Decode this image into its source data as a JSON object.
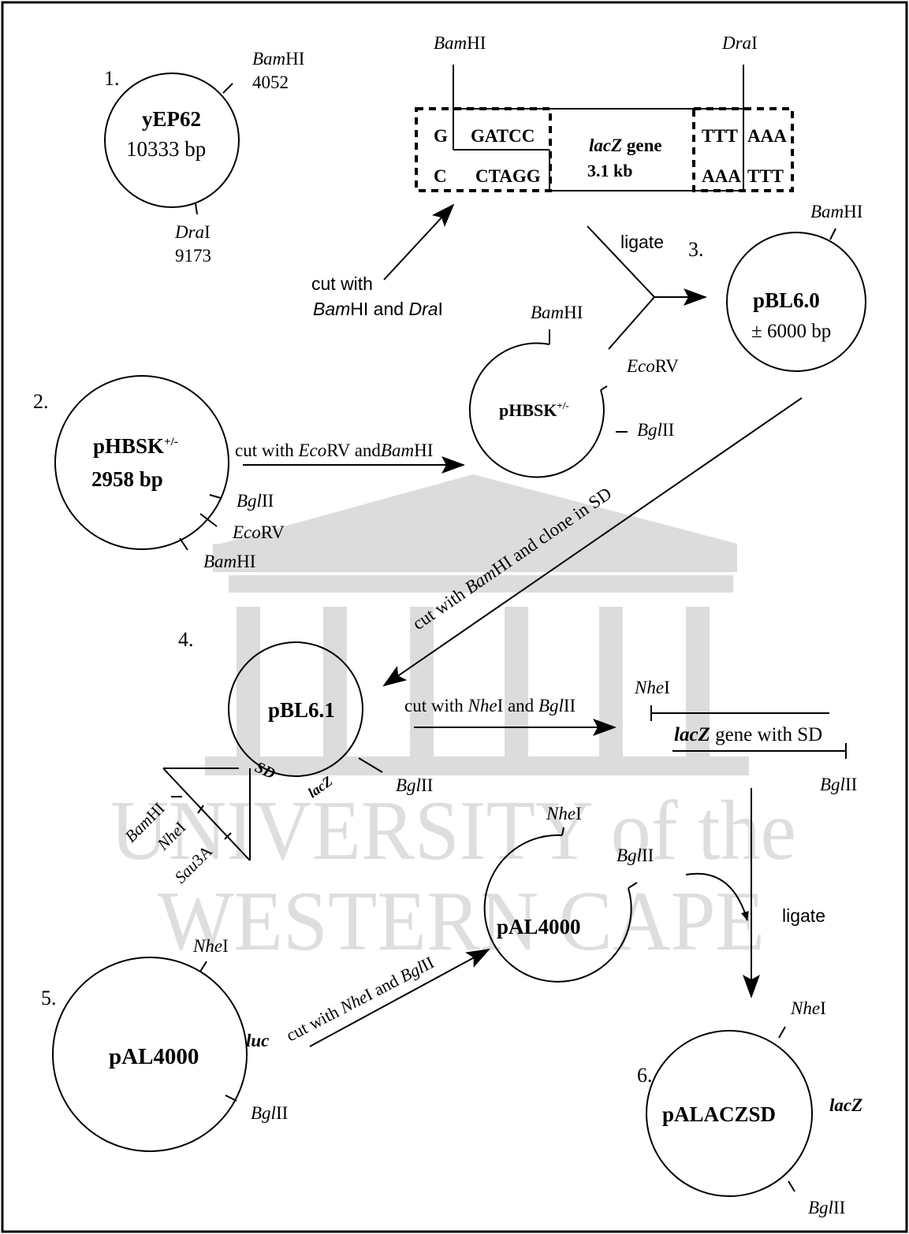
{
  "step1": {
    "number": "1.",
    "name": "yEP62",
    "size": "10333 bp",
    "bamhi_pre": "Bam",
    "bamhi_post": "HI",
    "bamhi_pos": "4052",
    "drai_pre": "Dra",
    "drai_post": "I",
    "drai_pos": "9173"
  },
  "insert": {
    "bamhi_pre": "Bam",
    "bamhi_post": "HI",
    "drai_pre": "Dra",
    "drai_post": "I",
    "top_left": "G",
    "bottom_left": "C",
    "top_cut": "GATCC",
    "bottom_cut": "CTAGG",
    "gene_pre": "lacZ",
    "gene_post": " gene",
    "gene_size": "3.1 kb",
    "top_right1": "TTT",
    "top_right2": "AAA",
    "bottom_right1": "AAA",
    "bottom_right2": "TTT",
    "cut_label1": "cut with",
    "cut_label2_pre": "Bam",
    "cut_label2_mid": "HI and ",
    "cut_label2_e": "Dra",
    "cut_label2_post": "I"
  },
  "ligate1": "ligate",
  "step3": {
    "number": "3.",
    "name": "pBL6.0",
    "size": "± 6000 bp",
    "bamhi_pre": "Bam",
    "bamhi_post": "HI"
  },
  "step2": {
    "number": "2.",
    "name_main": "pHBSK",
    "name_sup": "+/-",
    "size": "2958 bp",
    "bglii_pre": "Bgl",
    "bglii_post": "II",
    "ecorv_pre": "Eco",
    "ecorv_post": "RV",
    "bamhi_pre": "Bam",
    "bamhi_post": "HI",
    "cut_pre": "cut with ",
    "cut_e1": "Eco",
    "cut_mid": "RV and",
    "cut_e2": "Bam",
    "cut_post": "HI"
  },
  "opened": {
    "name_main": "pHBSK",
    "name_sup": "+/-",
    "bamhi_pre": "Bam",
    "bamhi_post": "HI",
    "ecorv_pre": "Eco",
    "ecorv_post": "RV",
    "bglii_pre": "Bgl",
    "bglii_post": "II"
  },
  "diag_cut": {
    "pre": "cut with ",
    "e": "Bam",
    "post": "HI and clone in SD"
  },
  "step4": {
    "number": "4.",
    "name": "pBL6.1",
    "sd": "SD",
    "lacz": "lacZ",
    "bglii_pre": "Bgl",
    "bglii_post": "II",
    "bamhi_pre": "Bam",
    "bamhi_post": "HI",
    "nhei_pre": "Nhe",
    "nhei_post": "I",
    "sau_pre": "Sau",
    "sau_post": "3A",
    "cut_pre": "cut with ",
    "cut_e1": "Nhe",
    "cut_mid": "I and ",
    "cut_e2": "Bgl",
    "cut_post": "II"
  },
  "fragment": {
    "nhei_pre": "Nhe",
    "nhei_post": "I",
    "gene_pre": "lacZ",
    "gene_post": " gene with SD",
    "bglii_pre": "Bgl",
    "bglii_post": "II"
  },
  "pal_open": {
    "name": "pAL4000",
    "nhei_pre": "Nhe",
    "nhei_post": "I",
    "bglii_pre": "Bgl",
    "bglii_post": "II"
  },
  "ligate2": "ligate",
  "step5": {
    "number": "5.",
    "name": "pAL4000",
    "luc": "luc",
    "nhei_pre": "Nhe",
    "nhei_post": "I",
    "bglii_pre": "Bgl",
    "bglii_post": "II",
    "cut_pre": "cut with ",
    "cut_e1": "Nhe",
    "cut_mid": "I and ",
    "cut_e2": "Bgl",
    "cut_post": "II"
  },
  "step6": {
    "number": "6.",
    "name": "pALACZSD",
    "lacz": "lacZ",
    "nhei_pre": "Nhe",
    "nhei_post": "I",
    "bglii_pre": "Bgl",
    "bglii_post": "II"
  },
  "watermark": {
    "line1": "UNIVERSITY of the",
    "line2": "WESTERN CAPE"
  }
}
